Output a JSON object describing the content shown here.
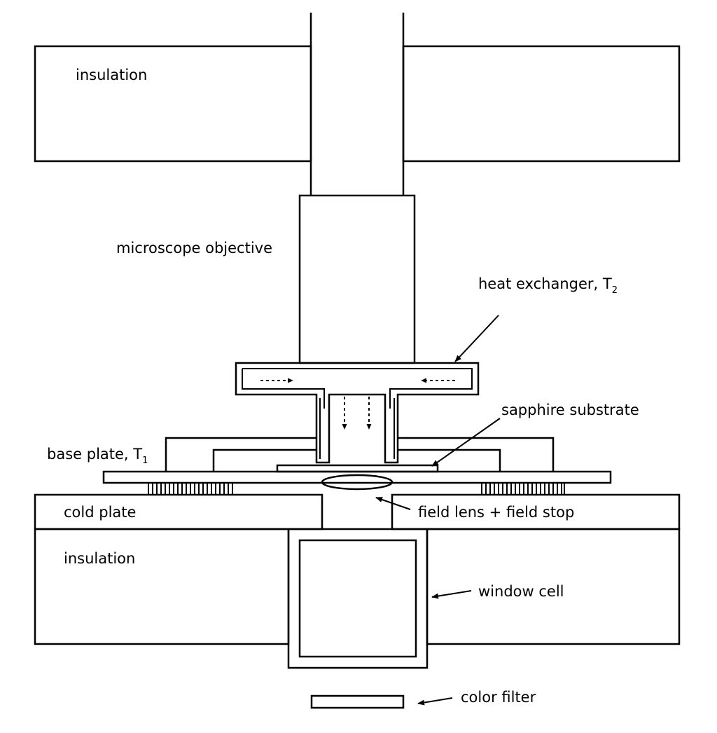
{
  "labels": {
    "insulation_top": "insulation",
    "microscope_objective": "microscope objective",
    "heat_exchanger": "heat exchanger, T",
    "heat_exchanger_sub": "2",
    "sapphire_substrate": "sapphire substrate",
    "base_plate": "base plate, T",
    "base_plate_sub": "1",
    "cold_plate": "cold plate",
    "field_lens": "field lens + field stop",
    "insulation_bottom": "insulation",
    "window_cell": "window cell",
    "color_filter": "color filter"
  }
}
